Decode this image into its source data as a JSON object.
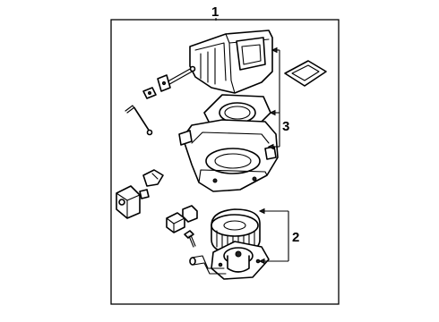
{
  "callouts": {
    "assembly": "1",
    "blower_motor_group": "2",
    "case_group": "3"
  },
  "icons": [
    "blower-case-upper",
    "blower-case-lower",
    "gasket",
    "seal-ring",
    "actuator-link-rod",
    "control-lever",
    "mode-actuator",
    "resistor",
    "blower-wheel",
    "blower-motor",
    "cooling-hose",
    "bolt"
  ]
}
